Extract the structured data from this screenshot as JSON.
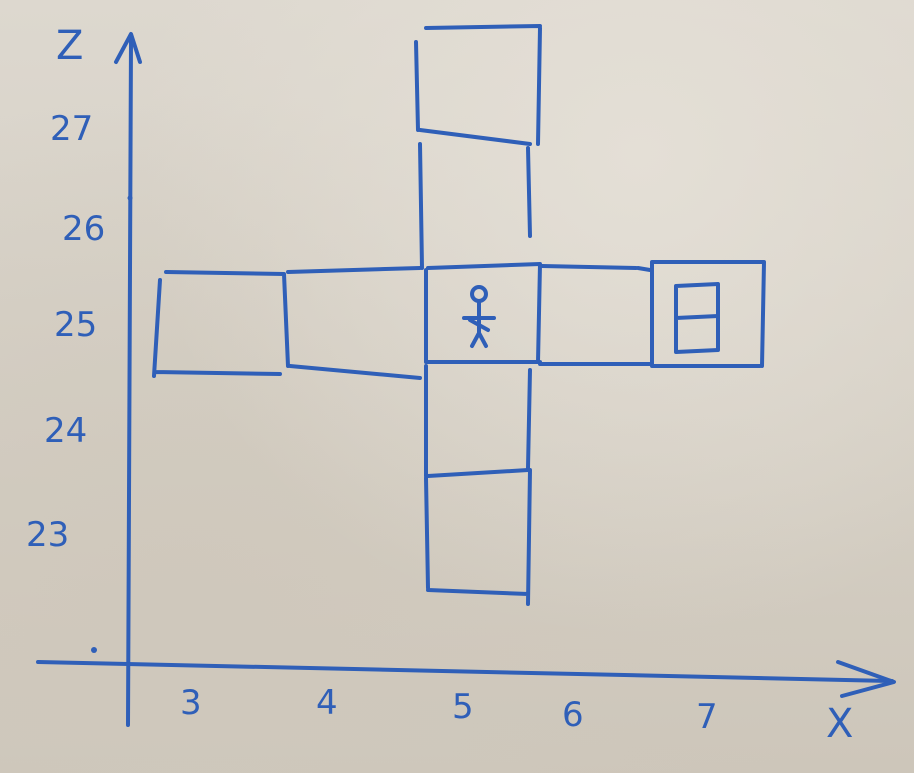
{
  "axes": {
    "horizontal_title": "X",
    "vertical_title": "Z",
    "x_ticks": [
      "3",
      "4",
      "5",
      "6",
      "7"
    ],
    "z_ticks": [
      "27",
      "26",
      "25",
      "24",
      "23"
    ]
  },
  "colors": {
    "marker": "#2f5fb8",
    "board": "#d8d2c8"
  },
  "icons": {
    "player": "stick-figure-icon",
    "door": "door-icon"
  }
}
